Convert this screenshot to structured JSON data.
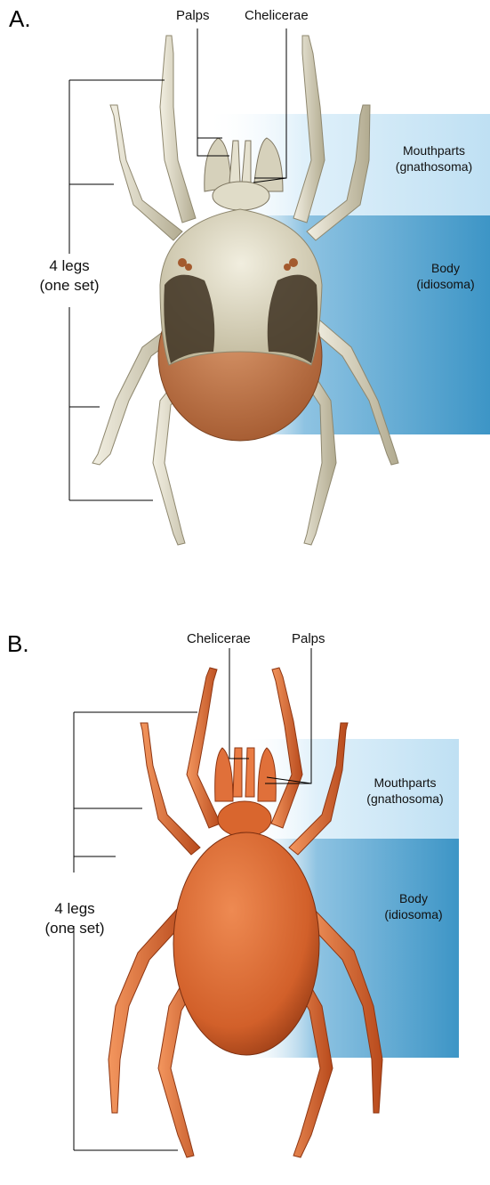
{
  "panel_a": {
    "letter": "A.",
    "labels": {
      "palps": "Palps",
      "chelicerae": "Chelicerae",
      "mouthparts_1": "Mouthparts",
      "mouthparts_2": "(gnathosoma)",
      "body_1": "Body",
      "body_2": "(idiosoma)",
      "legs_1": "4 legs",
      "legs_2": "(one set)"
    }
  },
  "panel_b": {
    "letter": "B.",
    "labels": {
      "chelicerae": "Chelicerae",
      "palps": "Palps",
      "mouthparts_1": "Mouthparts",
      "mouthparts_2": "(gnathosoma)",
      "body_1": "Body",
      "body_2": "(idiosoma)",
      "legs_1": "4 legs",
      "legs_2": "(one set)"
    }
  },
  "colors": {
    "mouthparts_band": "#cfe8f6",
    "body_band": "#4a9fcc",
    "mite_a_leg": "#d9d6c4",
    "mite_a_shield": "#e8e4d2",
    "mite_a_abdomen": "#c4784a",
    "mite_a_dark": "#3d3020",
    "mite_b_body": "#d9662e",
    "mite_b_leg": "#e0703a"
  }
}
